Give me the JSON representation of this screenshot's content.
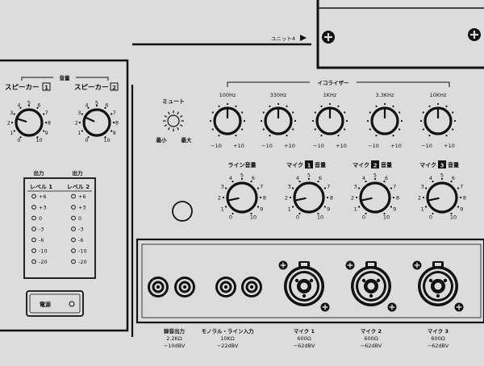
{
  "header": {
    "unit_label": "ユニット4"
  },
  "volume": {
    "group_label": "音量",
    "knobs": [
      {
        "name": "speaker-1",
        "label": "スピーカー",
        "badge": "1",
        "scale": [
          "0",
          "1",
          "2",
          "3",
          "4",
          "5",
          "6",
          "7",
          "8",
          "9",
          "10"
        ],
        "value": 2.6
      },
      {
        "name": "speaker-2",
        "label": "スピーカー",
        "badge": "2",
        "scale": [
          "0",
          "1",
          "2",
          "3",
          "4",
          "5",
          "6",
          "7",
          "8",
          "9",
          "10"
        ],
        "value": 2.8
      }
    ]
  },
  "mute": {
    "label": "ミュート",
    "min_label": "最小",
    "max_label": "最大"
  },
  "equalizer": {
    "group_label": "イコライザー",
    "min_label": "−10",
    "max_label": "+10",
    "bands": [
      {
        "name": "100hz",
        "label": "100Hz",
        "value": 0
      },
      {
        "name": "330hz",
        "label": "330Hz",
        "value": 0
      },
      {
        "name": "1khz",
        "label": "1KHz",
        "value": 0
      },
      {
        "name": "3-3khz",
        "label": "3.3KHz",
        "value": 0
      },
      {
        "name": "10khz",
        "label": "10KHz",
        "value": 0
      }
    ]
  },
  "inputs": {
    "scale": [
      "0",
      "1",
      "2",
      "3",
      "4",
      "5",
      "6",
      "7",
      "8",
      "9",
      "10"
    ],
    "knobs": [
      {
        "name": "line-volume",
        "label": "ライン音量",
        "badge": "",
        "prefix": "",
        "suffix": "",
        "value": 1.6
      },
      {
        "name": "mic-1-volume",
        "label": "",
        "prefix": "マイク",
        "badge": "1",
        "suffix": "音量",
        "value": 1.6
      },
      {
        "name": "mic-2-volume",
        "label": "",
        "prefix": "マイク",
        "badge": "2",
        "suffix": "音量",
        "value": 1.6
      },
      {
        "name": "mic-3-volume",
        "label": "",
        "prefix": "マイク",
        "badge": "3",
        "suffix": "音量",
        "value": 1.6
      }
    ]
  },
  "output_meters": {
    "top_labels": [
      "出力",
      "出力"
    ],
    "channels": [
      "レベル 1",
      "レベル 2"
    ],
    "levels": [
      "+6",
      "+3",
      "0",
      "-3",
      "-6",
      "-10",
      "-20"
    ]
  },
  "power": {
    "label": "電源"
  },
  "connectors": [
    {
      "name": "recording-output",
      "title": "録音出力",
      "line2": "2.2KΩ",
      "line3": "−10dBV"
    },
    {
      "name": "line-input",
      "title": "モノラル・ライン入力",
      "line2": "10KΩ",
      "line3": "−22dBV"
    },
    {
      "name": "mic-1",
      "title": "マイク 1",
      "line2": "600Ω",
      "line3": "−62dBV"
    },
    {
      "name": "mic-2",
      "title": "マイク 2",
      "line2": "600Ω",
      "line3": "−62dBV"
    },
    {
      "name": "mic-3",
      "title": "マイク 3",
      "line2": "600Ω",
      "line3": "−62dBV"
    }
  ],
  "colors": {
    "panel": "#dcdcdc",
    "ink": "#111111"
  }
}
